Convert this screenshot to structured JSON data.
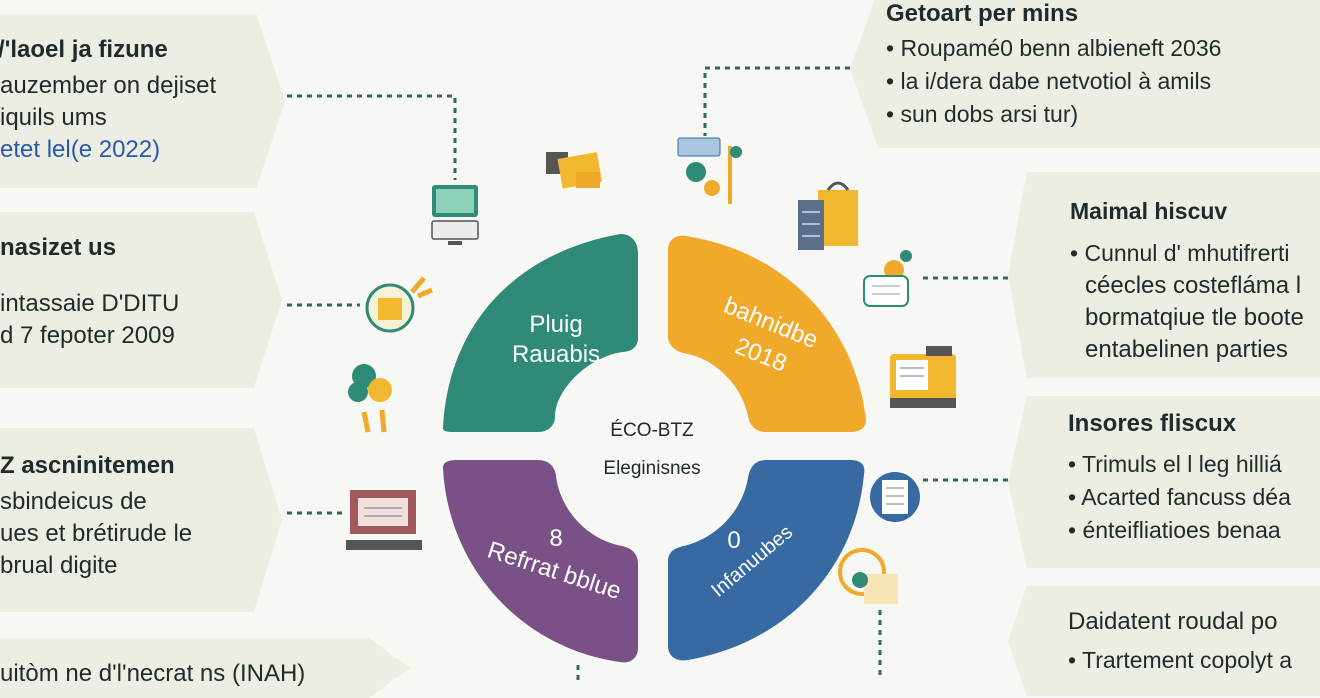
{
  "colors": {
    "teal": "#2f8a78",
    "orange": "#f0a92a",
    "purple": "#7a5186",
    "blue": "#3769a3",
    "card": "#eceee3",
    "connector": "#2e6b5a"
  },
  "left_cards": [
    {
      "title": "/'laoel ja fizune",
      "lines": [
        "auzember on dejiset",
        "iquils ums"
      ],
      "highlight": "etet lel(e 2022)"
    },
    {
      "title": "nasizet us",
      "lines": [
        "intassaie D'DITU",
        "d 7 fepoter 2009"
      ]
    },
    {
      "title": "Z ascninitemen",
      "lines": [
        "sbindeicus de",
        "ues et brétirude le",
        "brual digite"
      ]
    },
    {
      "title": "uitòm ne d'l'necrat ns (INAH)",
      "lines": []
    }
  ],
  "right_cards": [
    {
      "title": "Getoart per mins",
      "bullets": [
        "Roupamé0 benn albieneft 2036",
        "la i/dera dabe netvotiol à amils",
        "sun dobs arsi tur)"
      ]
    },
    {
      "title": "Maimal hiscuv",
      "bullets": [
        "Cunnul d' mhutifrerti"
      ],
      "lines": [
        "céecles costefláma l",
        "bormatqiue tle boote",
        "entabelinen parties"
      ]
    },
    {
      "title": "Insores fliscux",
      "bullets": [
        "Trimuls el l leg hilliá",
        "Acarted fancuss déa",
        "énteifliatioes benaa"
      ]
    },
    {
      "title": "Daidatent roudal po",
      "bullets": [
        "Trartement copolyt a"
      ]
    }
  ],
  "segments": [
    {
      "label_top": "Pluig",
      "label_bottom": "Rauabis"
    },
    {
      "label_top": "bahnidbe",
      "label_bottom": "2018"
    },
    {
      "label_top": "8",
      "label_bottom": "Refrrat bblue"
    },
    {
      "label_top": "0",
      "label_bottom": "Infanuubes"
    }
  ],
  "center": {
    "line1": "ÉCO-BTZ",
    "line2": "Eleginisnes"
  },
  "icons": [
    "monitor-icon",
    "document-icon",
    "tree-icon",
    "shopping-bag-icon",
    "server-icon",
    "plant-cart-icon",
    "cash-register-icon",
    "badge-icon",
    "people-icon",
    "laptop-icon",
    "notepad-icon",
    "gear-chart-icon"
  ]
}
